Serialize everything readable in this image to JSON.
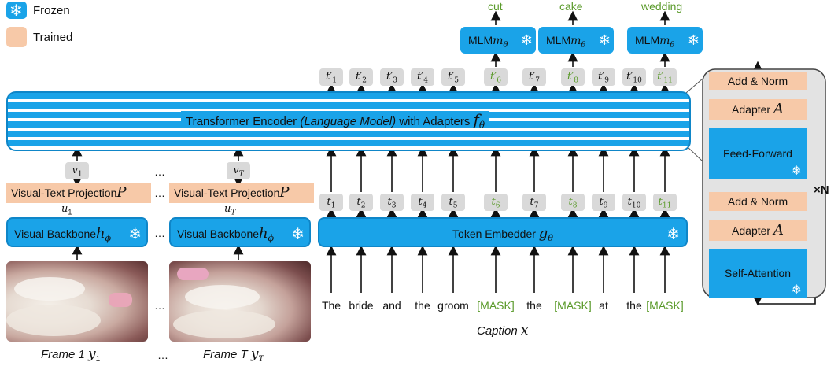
{
  "legend": {
    "frozen_label": "Frozen",
    "trained_label": "Trained"
  },
  "mlm": {
    "label": "MLM",
    "math": "m",
    "sub": "θ",
    "outputs": [
      "cut",
      "cake",
      "wedding"
    ]
  },
  "output_tokens": [
    {
      "base": "t",
      "prime": "′",
      "sub": "1",
      "masked": false
    },
    {
      "base": "t",
      "prime": "′",
      "sub": "2",
      "masked": false
    },
    {
      "base": "t",
      "prime": "′",
      "sub": "3",
      "masked": false
    },
    {
      "base": "t",
      "prime": "′",
      "sub": "4",
      "masked": false
    },
    {
      "base": "t",
      "prime": "′",
      "sub": "5",
      "masked": false
    },
    {
      "base": "t",
      "prime": "′",
      "sub": "6",
      "masked": true
    },
    {
      "base": "t",
      "prime": "′",
      "sub": "7",
      "masked": false
    },
    {
      "base": "t",
      "prime": "′",
      "sub": "8",
      "masked": true
    },
    {
      "base": "t",
      "prime": "′",
      "sub": "9",
      "masked": false
    },
    {
      "base": "t",
      "prime": "′",
      "sub": "10",
      "masked": false
    },
    {
      "base": "t",
      "prime": "′",
      "sub": "11",
      "masked": true
    }
  ],
  "encoder": {
    "label_pre": "Transformer Encoder ",
    "label_italic": "(Language Model)",
    "label_post": " with Adapters ",
    "math": "f",
    "sub": "θ"
  },
  "visual": {
    "v1": {
      "base": "v",
      "sub": "1"
    },
    "vT": {
      "base": "v",
      "sub": "T"
    },
    "u1": {
      "base": "u",
      "sub": "1"
    },
    "uT": {
      "base": "u",
      "sub": "T"
    },
    "projection_label": "Visual-Text Projection",
    "projection_math": "P",
    "backbone_label": "Visual Backbone",
    "backbone_math": "h",
    "backbone_sub": "ϕ",
    "ellipsis": "…"
  },
  "input_tokens": [
    {
      "base": "t",
      "sub": "1",
      "masked": false
    },
    {
      "base": "t",
      "sub": "2",
      "masked": false
    },
    {
      "base": "t",
      "sub": "3",
      "masked": false
    },
    {
      "base": "t",
      "sub": "4",
      "masked": false
    },
    {
      "base": "t",
      "sub": "5",
      "masked": false
    },
    {
      "base": "t",
      "sub": "6",
      "masked": true
    },
    {
      "base": "t",
      "sub": "7",
      "masked": false
    },
    {
      "base": "t",
      "sub": "8",
      "masked": true
    },
    {
      "base": "t",
      "sub": "9",
      "masked": false
    },
    {
      "base": "t",
      "sub": "10",
      "masked": false
    },
    {
      "base": "t",
      "sub": "11",
      "masked": true
    }
  ],
  "embedder": {
    "label": "Token Embedder ",
    "math": "g",
    "sub": "θ"
  },
  "caption": {
    "words": [
      {
        "text": "The",
        "masked": false
      },
      {
        "text": "bride",
        "masked": false
      },
      {
        "text": "and",
        "masked": false
      },
      {
        "text": "the",
        "masked": false
      },
      {
        "text": "groom",
        "masked": false
      },
      {
        "text": "[MASK]",
        "masked": true
      },
      {
        "text": "the",
        "masked": false
      },
      {
        "text": "[MASK]",
        "masked": true
      },
      {
        "text": "at",
        "masked": false
      },
      {
        "text": "the",
        "masked": false
      },
      {
        "text": "[MASK]",
        "masked": true
      }
    ],
    "label": "Caption ",
    "math": "x"
  },
  "frames": {
    "frame1_label": "Frame 1 ",
    "frame1_math": "y",
    "frame1_sub": "1",
    "frameT_label": "Frame T ",
    "frameT_math": "y",
    "frameT_sub": "T",
    "ellipsis": "…"
  },
  "layer": {
    "add_norm": "Add & Norm",
    "adapter": "Adapter",
    "adapter_math": "A",
    "feed_forward": "Feed-Forward",
    "self_attention": "Self-Attention",
    "repeat": "×N"
  },
  "colors": {
    "frozen": "#1aa3e8",
    "trained": "#f7c9a8",
    "token_bg": "#d9d9d9",
    "masked_text": "#5a9a2a"
  }
}
